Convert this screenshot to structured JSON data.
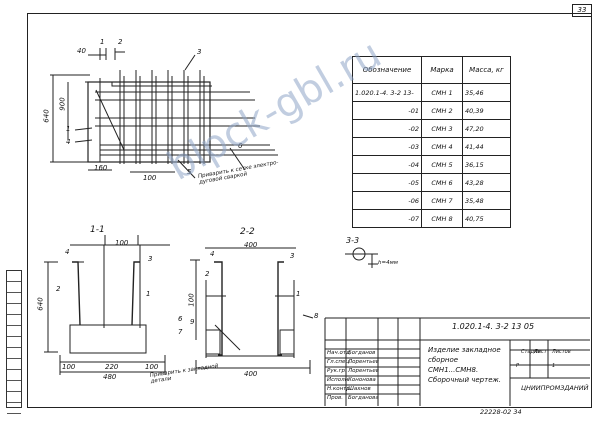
{
  "page_number": "33",
  "spec_table": {
    "headers": [
      "Обозначение",
      "Марка",
      "Масса, кг"
    ],
    "rows": [
      {
        "designation": "1.020.1-4. 3-2  13-",
        "mark": "СМН 1",
        "mass": "35,46"
      },
      {
        "designation": "-01",
        "mark": "СМН 2",
        "mass": "40,39"
      },
      {
        "designation": "-02",
        "mark": "СМН 3",
        "mass": "47,20"
      },
      {
        "designation": "-03",
        "mark": "СМН 4",
        "mass": "41,44"
      },
      {
        "designation": "-04",
        "mark": "СМН 5",
        "mass": "36,15"
      },
      {
        "designation": "-05",
        "mark": "СМН 6",
        "mass": "43,28"
      },
      {
        "designation": "-06",
        "mark": "СМН 7",
        "mass": "35,48"
      },
      {
        "designation": "-07",
        "mark": "СМН 8",
        "mass": "40,75"
      }
    ]
  },
  "section_labels": {
    "s1": "1-1",
    "s2": "2-2",
    "s3": "3-3"
  },
  "dims": {
    "d40": "40",
    "d900": "900",
    "d640": "640",
    "d160": "160",
    "d100a": "100",
    "d100b": "100",
    "d640b": "640",
    "d100c": "100",
    "d220": "220",
    "d400a": "400",
    "d100d": "100",
    "d400b": "400",
    "d100e": "100",
    "d480": "480",
    "d4mm": "h=4мм"
  },
  "callouts": {
    "c1": "1",
    "c2": "2",
    "c3": "3",
    "c4": "4",
    "c5": "5",
    "c6": "6",
    "c7": "7",
    "c8": "8",
    "c9": "9",
    "c1b": "1",
    "c2b": "2",
    "c4b": "4",
    "c2c": "2",
    "c1c": "1"
  },
  "notes": {
    "weld_note": "Приварить к сетке электро-дуговой сваркой",
    "weld_note2": "Приварить к закладной детали"
  },
  "title_block": {
    "code": "1.020.1-4.  3-2  13 05",
    "description": "Изделие закладное сборное СМН1...СМН8. Сборочный чертеж.",
    "stage_label": "Стадия",
    "sheet_label": "Лист",
    "sheets_label": "Листов",
    "stage": "Р",
    "sheet": "1",
    "organization": "ЦНИИПРОМЗДАНИЙ",
    "staff": [
      {
        "role": "Нач.отд",
        "name": "Богданов"
      },
      {
        "role": "Гл.спец.",
        "name": "Лорентьев"
      },
      {
        "role": "Рук.гр.",
        "name": "Лорентьев"
      },
      {
        "role": "Исполн.",
        "name": "Кононова"
      },
      {
        "role": "Н.контр.",
        "name": "Шахнов"
      },
      {
        "role": "Пров.",
        "name": "Богданова"
      }
    ],
    "bottom_code": "22228-02   34"
  },
  "watermark": "blpck-gbl.ru"
}
